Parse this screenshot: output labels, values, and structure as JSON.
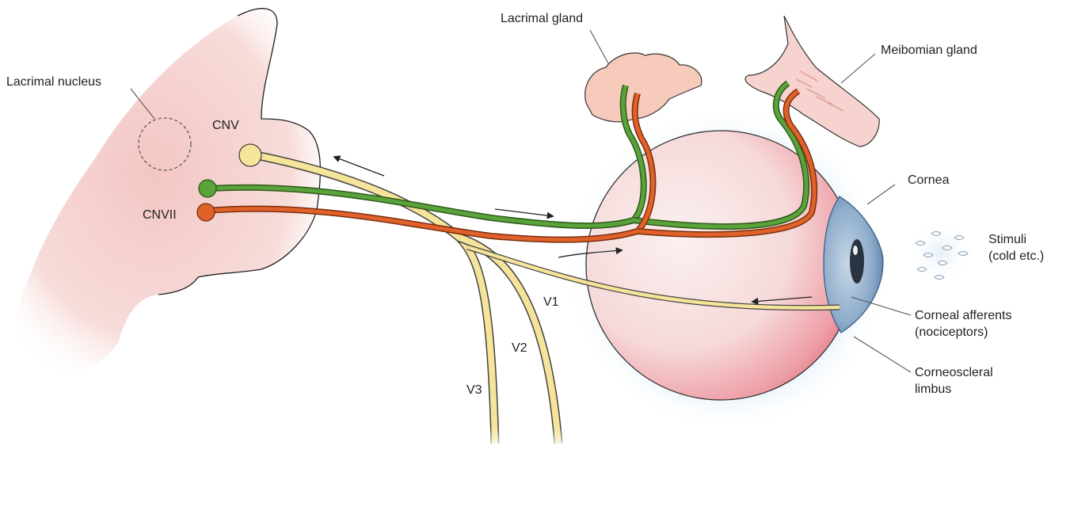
{
  "labels": {
    "lacrimal_nucleus": "Lacrimal nucleus",
    "cnv": "CNV",
    "cnvii": "CNVII",
    "lacrimal_gland": "Lacrimal gland",
    "meibomian_gland": "Meibomian gland",
    "cornea": "Cornea",
    "stimuli_line1": "Stimuli",
    "stimuli_line2": "(cold etc.)",
    "corneal_afferents_line1": "Corneal afferents",
    "corneal_afferents_line2": "(nociceptors)",
    "corneoscleral_line1": "Corneoscleral",
    "corneoscleral_line2": "limbus",
    "v1": "V1",
    "v2": "V2",
    "v3": "V3"
  },
  "colors": {
    "trigeminal_nerve": "#f6e49a",
    "facial_nerve_green": "#5aa23a",
    "facial_nerve_orange": "#e0622a",
    "brainstem": "#f2c9c6",
    "eyeball": "#f6d8d8",
    "cornea": "#6f93b8",
    "gland": "#f7c9b8"
  }
}
